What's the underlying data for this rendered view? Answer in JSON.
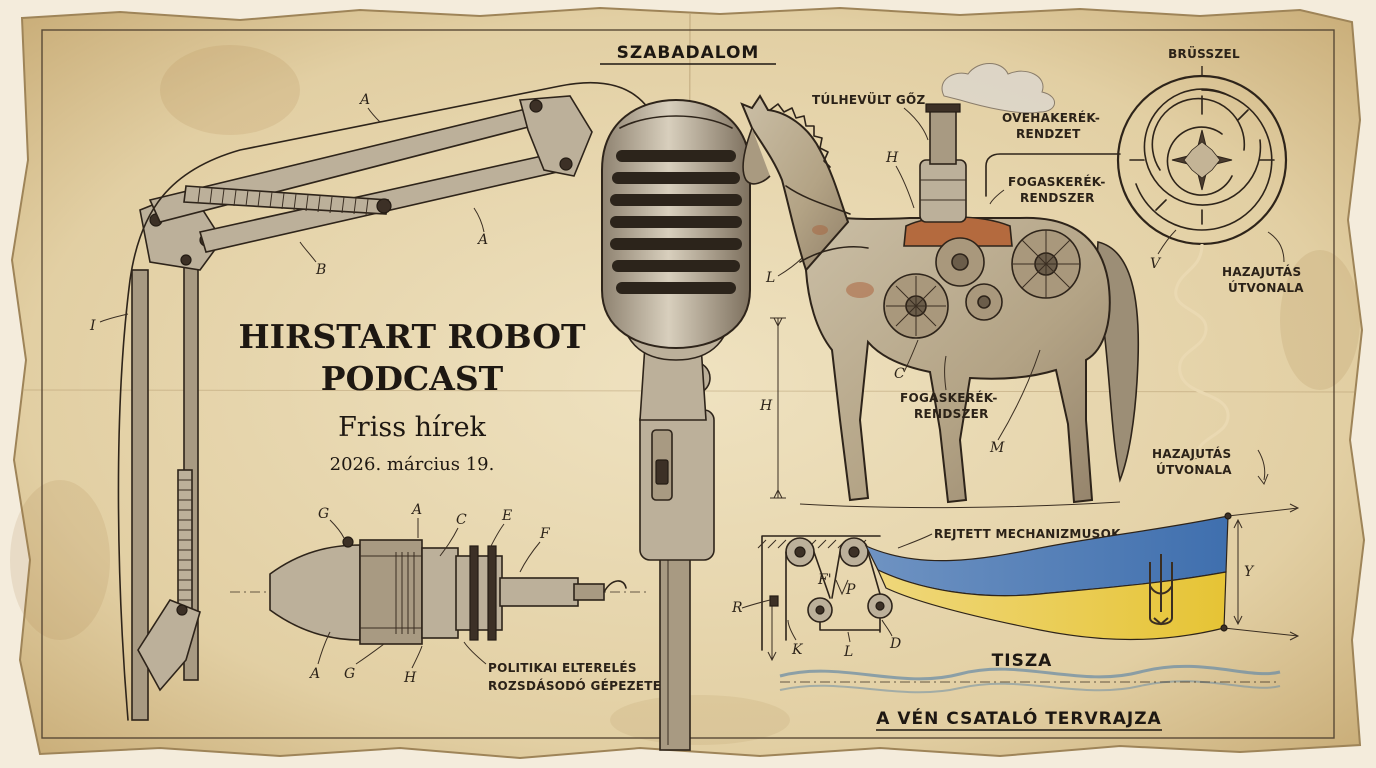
{
  "title_line1": "HIRSTART ROBOT",
  "title_line2": "PODCAST",
  "subtitle": "Friss hírek",
  "date": "2026. március 19.",
  "labels": {
    "szabadalom": "SZABADALOM",
    "brusszel": "BRÜSSZEL",
    "tulhevult_goz": "TÚLHEVÜLT GŐZ",
    "ovehakerek_1": "OVEHAKERÉK-",
    "ovehakerek_2": "RENDZET",
    "fogaskerek_top_1": "FOGASKERÉK-",
    "fogaskerek_top_2": "RENDSZER",
    "fogaskerek_bot_1": "FOGASKERÉK-",
    "fogaskerek_bot_2": "RENDSZER",
    "hazajutas_top_1": "HAZAJUTÁS",
    "hazajutas_top_2": "ÚTVONALA",
    "hazajutas_bot_1": "HAZAJUTÁS",
    "hazajutas_bot_2": "ÚTVONALA",
    "rejtett": "REJTETT MECHANIZMUSOK",
    "tisza": "TISZA",
    "ven_csatalo": "A VÉN CSATALÓ TERVRAJZA",
    "politikai_1": "POLITIKAI ELTERELÉS",
    "politikai_2": "ROZSDÁSODÓ GÉPEZETE"
  },
  "letters": {
    "a1": "A",
    "a2": "A",
    "b": "B",
    "i": "I",
    "h_horse": "H",
    "l_horse": "L",
    "h_dim": "H",
    "c_horse": "C",
    "m_horse": "M",
    "v_maze": "V",
    "g1": "G",
    "a3": "A",
    "c_pipe": "C",
    "e_pipe": "E",
    "f_pipe": "F",
    "a4": "A",
    "g2": "G",
    "h_pipe": "H",
    "r": "R",
    "f_pul": "F'",
    "p": "P",
    "k": "K",
    "l_pul": "L",
    "d": "D",
    "y": "Y"
  },
  "colors": {
    "paper": "#e9d9b4",
    "ink": "#2e241a",
    "rust": "#a8542c",
    "flag_blue": "#3f6fae",
    "flag_yellow": "#e6c435"
  }
}
